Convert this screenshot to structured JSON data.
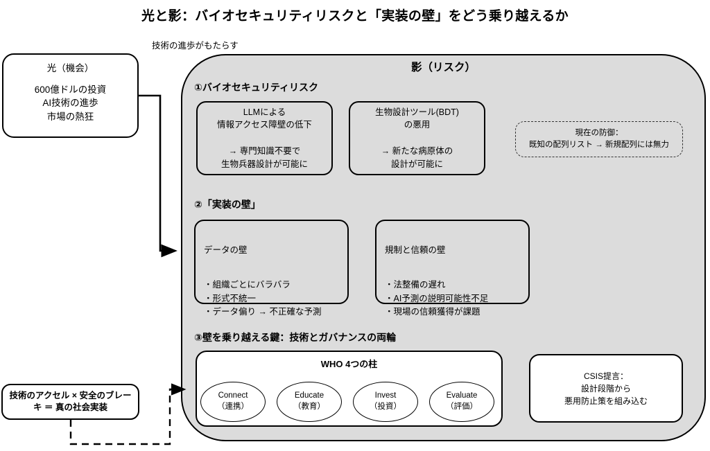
{
  "title": "光と影：バイオセキュリティリスクと「実装の壁」をどう乗り越えるか",
  "connector_label": "技術の進歩がもたらす",
  "light_box": {
    "title": "光（機会）",
    "body": "600億ドルの投資\nAI技術の進歩\n市場の熱狂"
  },
  "shadow_panel": {
    "title": "影（リスク）",
    "sections": [
      {
        "heading": "①バイオセキュリティリスク"
      },
      {
        "heading": "②「実装の壁」"
      },
      {
        "heading": "③壁を乗り越える鍵：技術とガバナンスの両輪"
      }
    ]
  },
  "risk_cards": [
    {
      "text": "LLMによる\n情報アクセス障壁の低下\n\n→ 専門知識不要で\n生物兵器設計が可能に"
    },
    {
      "text": "生物設計ツール(BDT)\nの悪用\n\n→ 新たな病原体の\n設計が可能に"
    }
  ],
  "defense_note": "現在の防御：\n既知の配列リスト → 新規配列には無力",
  "wall_cards": [
    {
      "title": "データの壁",
      "items": "・組織ごとにバラバラ\n・形式不統一\n・データ偏り → 不正確な予測"
    },
    {
      "title": "規制と信頼の壁",
      "items": "・法整備の遅れ\n・AI予測の説明可能性不足\n・現場の信頼獲得が課題"
    }
  ],
  "who": {
    "title": "WHO 4つの柱",
    "pillars": [
      {
        "en": "Connect",
        "ja": "（連携）"
      },
      {
        "en": "Educate",
        "ja": "（教育）"
      },
      {
        "en": "Invest",
        "ja": "（投資）"
      },
      {
        "en": "Evaluate",
        "ja": "（評価）"
      }
    ]
  },
  "csis_note": "CSIS提言：\n設計段階から\n悪用防止策を組み込む",
  "conclusion": "技術のアクセル × 安全のブレーキ ＝ 真の社会実装",
  "colors": {
    "panel_fill": "#dcdcdc",
    "stroke": "#000000",
    "card_fill": "#ffffff",
    "page_background": "#ffffff",
    "dashed_stroke": "#333333"
  }
}
